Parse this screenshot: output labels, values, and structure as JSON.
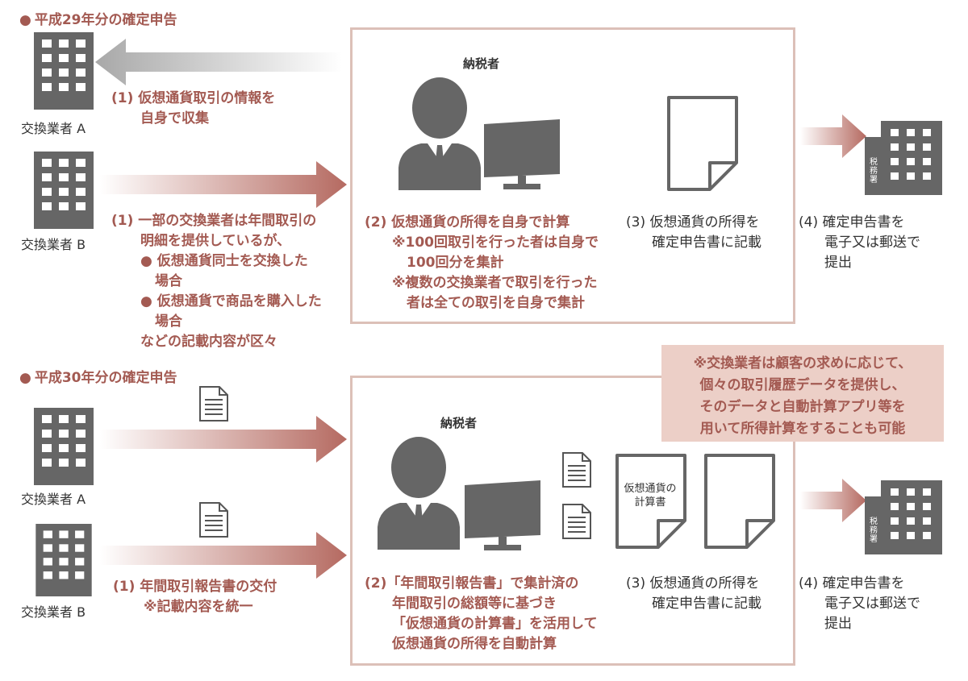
{
  "colors": {
    "accent": "#a35a52",
    "frame": "#dcc0b8",
    "note_bg": "#eccfc7",
    "icon": "#666666",
    "gray_arrow": "#b5b5b5"
  },
  "icons": [
    "building-icon",
    "person-icon",
    "monitor-icon",
    "document-icon",
    "tax-office-icon",
    "arrow-icon"
  ],
  "h29": {
    "title": "平成29年分の確定申告",
    "exchanger_a": "交換業者 A",
    "exchanger_b": "交換業者 B",
    "step1_a": [
      "(1) 仮想通貨取引の情報を",
      "自身で収集"
    ],
    "step1_b": [
      "(1) 一部の交換業者は年間取引の",
      "明細を提供しているが、",
      "● 仮想通貨同士を交換した",
      "場合",
      "● 仮想通貨で商品を購入した",
      "場合",
      "などの記載内容が区々"
    ],
    "taxpayer": "納税者",
    "step2": [
      "(2) 仮想通貨の所得を自身で計算",
      "※100回取引を行った者は自身で",
      "100回分を集計",
      "※複数の交換業者で取引を行った",
      "者は全ての取引を自身で集計"
    ],
    "step3": [
      "(3) 仮想通貨の所得を",
      "確定申告書に記載"
    ],
    "step4": [
      "(4) 確定申告書を",
      "電子又は郵送で",
      "提出"
    ],
    "tax_office": "税務署"
  },
  "h30": {
    "title": "平成30年分の確定申告",
    "exchanger_a": "交換業者 A",
    "exchanger_b": "交換業者 B",
    "step1": [
      "(1) 年間取引報告書の交付",
      "※記載内容を統一"
    ],
    "taxpayer": "納税者",
    "calc_doc": [
      "仮想通貨の",
      "計算書"
    ],
    "step2": [
      "(2)「年間取引報告書」で集計済の",
      "年間取引の総額等に基づき",
      "「仮想通貨の計算書」を活用して",
      "仮想通貨の所得を自動計算"
    ],
    "step3": [
      "(3) 仮想通貨の所得を",
      "確定申告書に記載"
    ],
    "step4": [
      "(4) 確定申告書を",
      "電子又は郵送で",
      "提出"
    ],
    "tax_office": "税務署",
    "note": [
      "※交換業者は顧客の求めに応じて、",
      "個々の取引履歴データを提供し、",
      "そのデータと自動計算アプリ等を",
      "用いて所得計算をすることも可能"
    ]
  }
}
